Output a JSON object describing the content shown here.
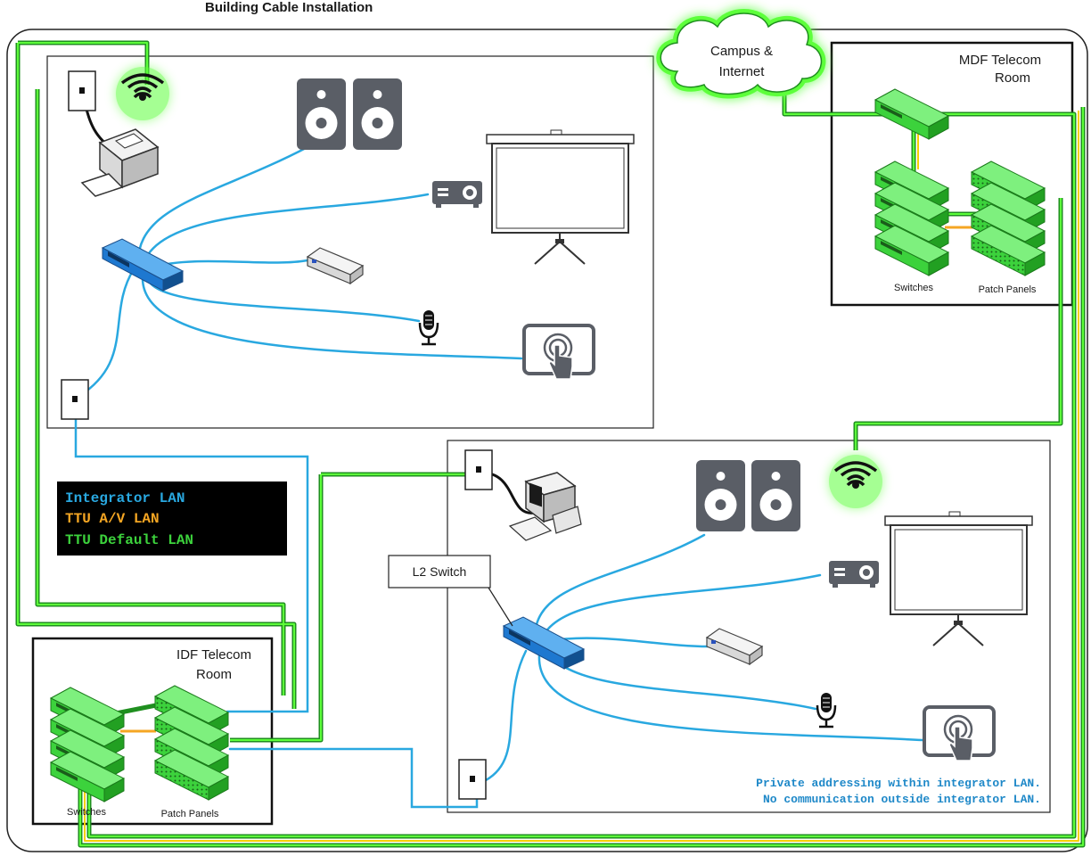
{
  "title": "Building Cable Installation",
  "cloud": {
    "line1": "Campus &",
    "line2": "Internet"
  },
  "mdf": {
    "line1": "MDF Telecom",
    "line2": "Room",
    "switches_label": "Switches",
    "patch_label": "Patch Panels"
  },
  "idf": {
    "line1": "IDF Telecom",
    "line2": "Room",
    "switches_label": "Switches",
    "patch_label": "Patch Panels"
  },
  "l2_switch_label": "L2 Switch",
  "legend": {
    "integrator": "Integrator LAN",
    "av": "TTU A/V LAN",
    "default": "TTU Default LAN"
  },
  "note": {
    "line1": "Private addressing within integrator LAN.",
    "line2": "No communication outside integrator LAN."
  },
  "colors": {
    "integrator": "#29a8e0",
    "av": "#f5a623",
    "default": "#3cd23c",
    "glow": "#5dff3a",
    "device_gray": "#5a5e66"
  }
}
